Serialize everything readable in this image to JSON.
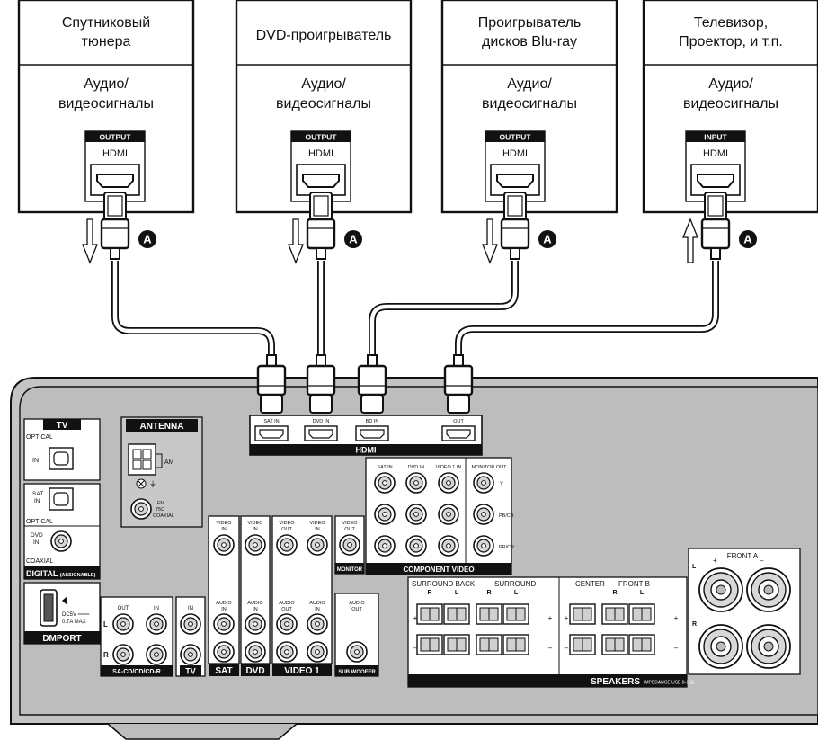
{
  "devices": [
    {
      "name": "Спутниковый тюнера",
      "name_lines": [
        "Спутниковый",
        "тюнера"
      ],
      "signal_lines": [
        "Аудио/",
        "видеосигналы"
      ],
      "port_dir": "OUTPUT",
      "port_type": "HDMI",
      "callout": "A"
    },
    {
      "name": "DVD-проигрыватель",
      "name_lines": [
        "DVD-проигрыватель"
      ],
      "signal_lines": [
        "Аудио/",
        "видеосигналы"
      ],
      "port_dir": "OUTPUT",
      "port_type": "HDMI",
      "callout": "A"
    },
    {
      "name": "Проигрыватель дисков Blu-ray",
      "name_lines": [
        "Проигрыватель",
        "дисков  Blu-ray"
      ],
      "signal_lines": [
        "Аудио/",
        "видеосигналы"
      ],
      "port_dir": "OUTPUT",
      "port_type": "HDMI",
      "callout": "A"
    },
    {
      "name": "Телевизор, Проектор, и т.п.",
      "name_lines": [
        "Телевизор,",
        "Проектор, и т.п."
      ],
      "signal_lines": [
        "Аудио/",
        "видеосигналы"
      ],
      "port_dir": "INPUT",
      "port_type": "HDMI",
      "callout": "A"
    }
  ],
  "receiver": {
    "hdmi": {
      "title": "HDMI",
      "ports": [
        "SAT IN",
        "DVD IN",
        "BD IN",
        "OUT"
      ]
    },
    "tv": {
      "title": "TV",
      "optical_label": "OPTICAL",
      "in_label": "IN"
    },
    "antenna": {
      "title": "ANTENNA",
      "am_label": "AM",
      "fm_lines": [
        "FM",
        "75Ω",
        "COAXIAL"
      ]
    },
    "digital": {
      "sat_lines": [
        "SAT",
        "IN"
      ],
      "optical_label": "OPTICAL",
      "dvd_lines": [
        "DVD",
        "IN"
      ],
      "coaxial_label": "COAXIAL",
      "footer": "DIGITAL",
      "footer_small": "(ASSIGNABLE)"
    },
    "dmport": {
      "title": "DMPORT",
      "rating_lines": [
        "DC5V ═══",
        "0.7A MAX"
      ]
    },
    "component_video": {
      "title": "COMPONENT VIDEO",
      "columns": [
        "SAT IN",
        "DVD IN",
        "VIDEO 1 IN",
        "MONITOR OUT"
      ],
      "rows": [
        "Y",
        "PB/CB",
        "PR/CR"
      ]
    },
    "monitor": {
      "title": "MONITOR",
      "video_lines": [
        "VIDEO",
        "OUT"
      ]
    },
    "sacd": {
      "title": "SA-CD/CD/CD-R",
      "out": "OUT",
      "in": "IN"
    },
    "lr": [
      "L",
      "R"
    ],
    "tv_audio": {
      "title": "TV",
      "in": "IN"
    },
    "sat": {
      "title": "SAT",
      "video_lines": [
        "VIDEO",
        "IN"
      ],
      "audio_lines": [
        "AUDIO",
        "IN"
      ]
    },
    "dvd": {
      "title": "DVD",
      "video_lines": [
        "VIDEO",
        "IN"
      ],
      "audio_lines": [
        "AUDIO",
        "IN"
      ]
    },
    "video1": {
      "title": "VIDEO 1",
      "video_out": [
        "VIDEO",
        "OUT"
      ],
      "video_in": [
        "VIDEO",
        "IN"
      ],
      "audio_out": [
        "AUDIO",
        "OUT"
      ],
      "audio_in": [
        "AUDIO",
        "IN"
      ]
    },
    "subwoofer": {
      "title": "SUB WOOFER",
      "audio_lines": [
        "AUDIO",
        "OUT"
      ]
    },
    "speakers": {
      "title": "SPEAKERS",
      "impedance": "IMPEDANCE USE 8-16Ω",
      "surround_back": "SURROUND BACK",
      "surround": "SURROUND",
      "center": "CENTER",
      "front_b": "FRONT B",
      "front_a": "FRONT A",
      "r": "R",
      "l": "L",
      "plus": "+",
      "minus": "–"
    }
  },
  "colors": {
    "panel": "#bdbdbd",
    "panel_dark": "#9a9a9a",
    "black": "#111111",
    "jack": "#d6d6d6"
  }
}
